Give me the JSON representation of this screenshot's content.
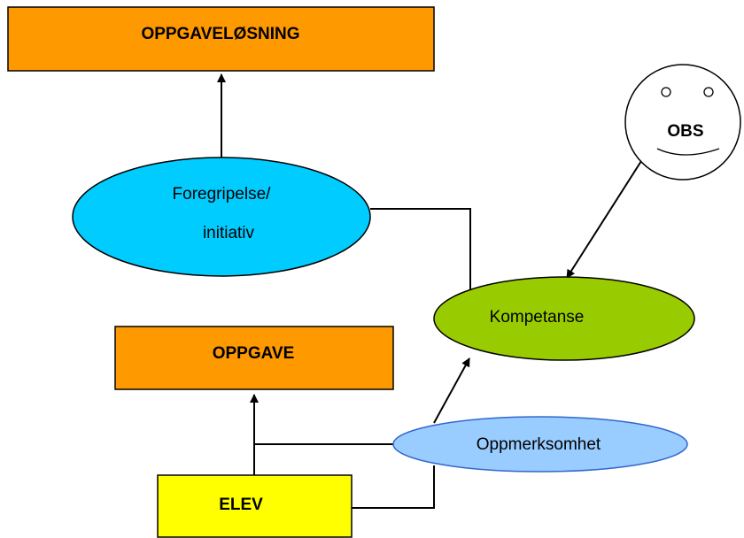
{
  "diagram": {
    "nodes": {
      "oppgavelosning": {
        "label": "OPPGAVELØSNING"
      },
      "foregripelse": {
        "line1": "Foregripelse/",
        "line2": "initiativ"
      },
      "kompetanse": {
        "label": "Kompetanse"
      },
      "oppgave": {
        "label": "OPPGAVE"
      },
      "oppmerksomhet": {
        "label": "Oppmerksomhet"
      },
      "elev": {
        "label": "ELEV"
      },
      "smiley": {
        "label": "OBS"
      }
    },
    "colors": {
      "orange": "#FF9900",
      "cyan": "#00CCFF",
      "green": "#99CC00",
      "light_blue": "#99CCFF",
      "yellow": "#FFFF00",
      "stroke": "#000000",
      "ellipse_stroke_blue": "#3366CC"
    }
  }
}
